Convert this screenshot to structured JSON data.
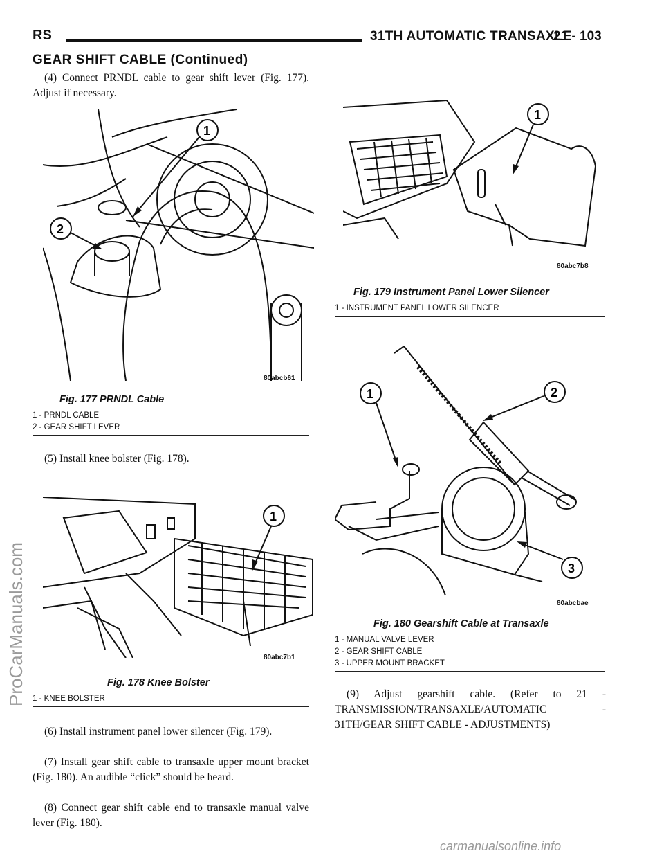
{
  "header": {
    "left": "RS",
    "title": "31TH AUTOMATIC TRANSAXLE",
    "page": "21 - 103"
  },
  "section_title": "GEAR SHIFT CABLE (Continued)",
  "paragraphs": {
    "p4": "(4) Connect PRNDL cable to gear shift lever (Fig. 177). Adjust if necessary.",
    "p5": "(5) Install knee bolster (Fig. 178).",
    "p6": "(6) Install instrument panel lower silencer (Fig. 179).",
    "p7": "(7) Install gear shift cable to transaxle upper mount bracket (Fig. 180). An audible “click” should be heard.",
    "p8": "(8) Connect gear shift cable end to transaxle manual valve lever (Fig. 180).",
    "p9": "(9) Adjust gearshift cable. (Refer to 21 - TRANSMISSION/TRANSAXLE/AUTOMATIC - 31TH/GEAR SHIFT CABLE - ADJUSTMENTS)"
  },
  "figures": {
    "fig177": {
      "caption": "Fig. 177 PRNDL Cable",
      "code": "80abcb61",
      "legend": [
        "1 - PRNDL CABLE",
        "2 - GEAR SHIFT LEVER"
      ],
      "callouts": [
        "1",
        "2"
      ]
    },
    "fig178": {
      "caption": "Fig. 178 Knee Bolster",
      "code": "80abc7b1",
      "legend": [
        "1 - KNEE BOLSTER"
      ],
      "callouts": [
        "1"
      ]
    },
    "fig179": {
      "caption": "Fig. 179 Instrument Panel Lower Silencer",
      "code": "80abc7b8",
      "legend": [
        "1 - INSTRUMENT PANEL LOWER SILENCER"
      ],
      "callouts": [
        "1"
      ]
    },
    "fig180": {
      "caption": "Fig. 180 Gearshift Cable at Transaxle",
      "code": "80abcbae",
      "legend": [
        "1 - MANUAL VALVE LEVER",
        "2 - GEAR SHIFT CABLE",
        "3 - UPPER MOUNT BRACKET"
      ],
      "callouts": [
        "1",
        "2",
        "3"
      ]
    }
  },
  "watermarks": {
    "side": "ProCarManuals.com",
    "bottom": "carmanualsonline.info"
  }
}
